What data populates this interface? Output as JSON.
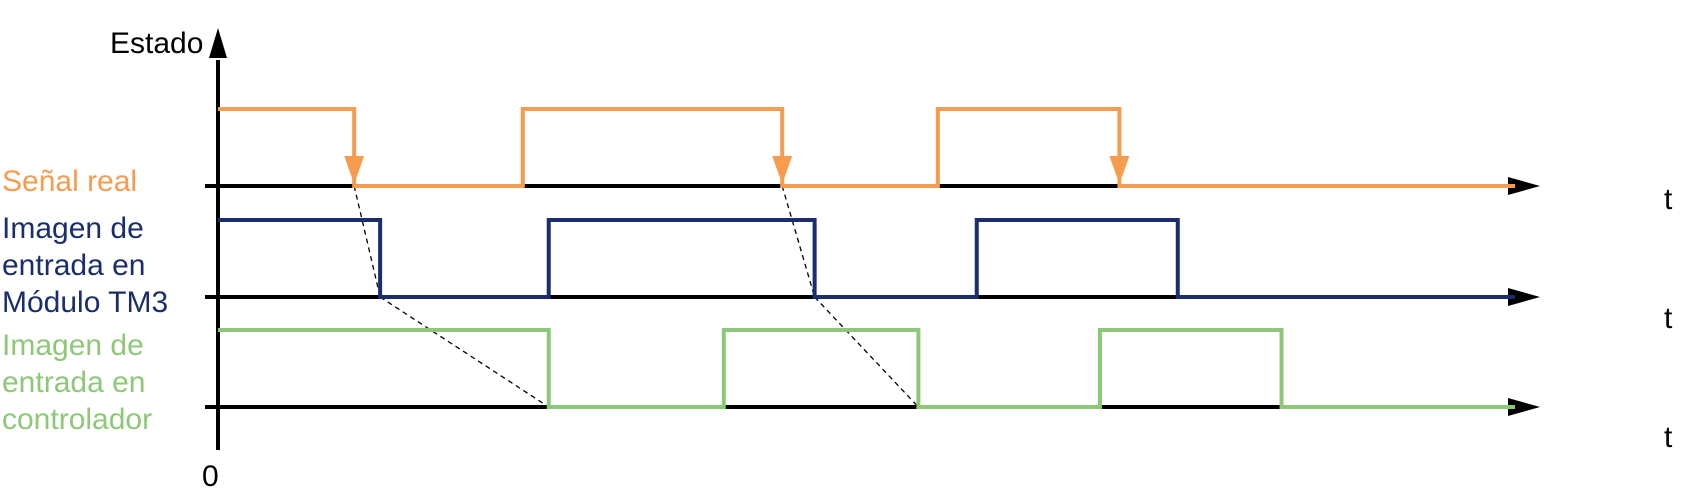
{
  "axis": {
    "y_title": "Estado",
    "origin": "0",
    "t_label": "t"
  },
  "colors": {
    "real": "#F79B4F",
    "module": "#1A2E6B",
    "controller": "#8DC878",
    "axis": "#000000",
    "delay": "#000000"
  },
  "signals": [
    {
      "id": "real",
      "label_lines": [
        "Señal real"
      ],
      "start_state": 1,
      "transitions": [
        10.5,
        23.5,
        43.5,
        55.5,
        69.5
      ]
    },
    {
      "id": "module",
      "label_lines": [
        "Imagen de",
        "entrada en",
        "Módulo TM3"
      ],
      "start_state": 1,
      "transitions": [
        12.5,
        25.5,
        46.0,
        58.5,
        74.0
      ]
    },
    {
      "id": "controller",
      "label_lines": [
        "Imagen de",
        "entrada en",
        "controlador"
      ],
      "start_state": 1,
      "transitions": [
        25.5,
        39.0,
        54.0,
        68.0,
        82.0
      ]
    }
  ],
  "time_end": 100
}
